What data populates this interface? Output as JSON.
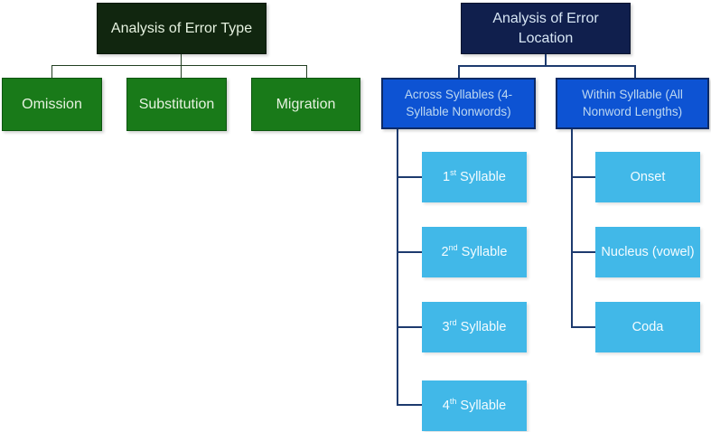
{
  "error_type_tree": {
    "title": "Analysis of Error Type",
    "children": [
      {
        "label": "Omission"
      },
      {
        "label": "Substitution"
      },
      {
        "label": "Migration"
      }
    ]
  },
  "error_location_tree": {
    "title": "Analysis of Error Location",
    "branches": [
      {
        "label": "Across Syllables (4-Syllable Nonwords)",
        "leaves": [
          {
            "num": "1",
            "ordinal": "st",
            "rest": " Syllable"
          },
          {
            "num": "2",
            "ordinal": "nd",
            "rest": " Syllable"
          },
          {
            "num": "3",
            "ordinal": "rd",
            "rest": " Syllable"
          },
          {
            "num": "4",
            "ordinal": "th",
            "rest": " Syllable"
          }
        ]
      },
      {
        "label": "Within Syllable (All Nonword Lengths)",
        "leaves": [
          {
            "label": "Onset"
          },
          {
            "label": "Nucleus (vowel)"
          },
          {
            "label": "Coda"
          }
        ]
      }
    ]
  },
  "colors": {
    "type_header_fill": "#11260f",
    "type_child_fill": "#197a19",
    "type_line": "#223f22",
    "location_header_fill": "#101f4d",
    "location_branch_fill": "#0d53d3",
    "location_leaf_fill": "#41b8e8",
    "location_line": "#1d3a6e"
  }
}
